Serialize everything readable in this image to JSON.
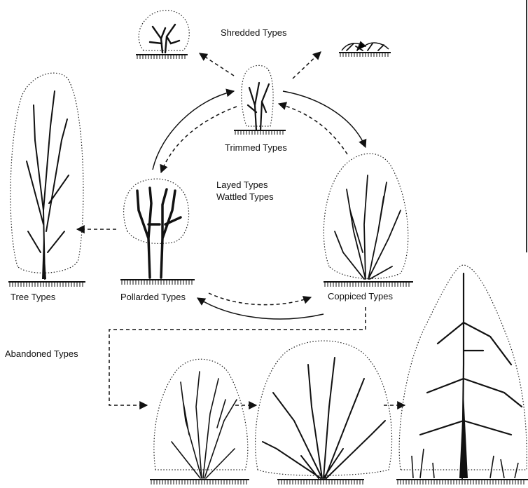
{
  "labels": {
    "shredded": "Shredded Types",
    "trimmed": "Trimmed Types",
    "layed": "Layed Types",
    "wattled": "Wattled Types",
    "tree": "Tree Types",
    "pollarded": "Pollarded Types",
    "coppiced": "Coppiced Types",
    "abandoned": "Abandoned Types"
  }
}
